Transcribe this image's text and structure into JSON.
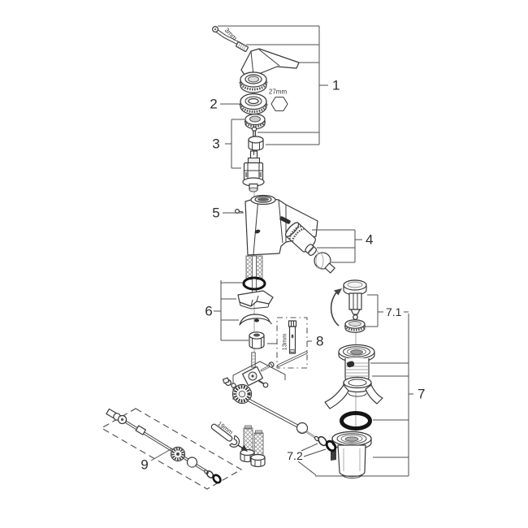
{
  "diagram": {
    "callouts": {
      "c1": "1",
      "c2": "2",
      "c3": "3",
      "c4": "4",
      "c5": "5",
      "c6": "6",
      "c7": "7",
      "c7_1": "7.1",
      "c7_2": "7.2",
      "c8": "8",
      "c9": "9"
    },
    "annotations": {
      "hex_key_size": "3mm",
      "cap_nut_size": "27mm",
      "socket_size": "13mm",
      "wrench_size": "19mm"
    },
    "colors": {
      "line": "#3d3d3d",
      "dark_fill": "#2e2e2e",
      "background": "#ffffff"
    }
  }
}
